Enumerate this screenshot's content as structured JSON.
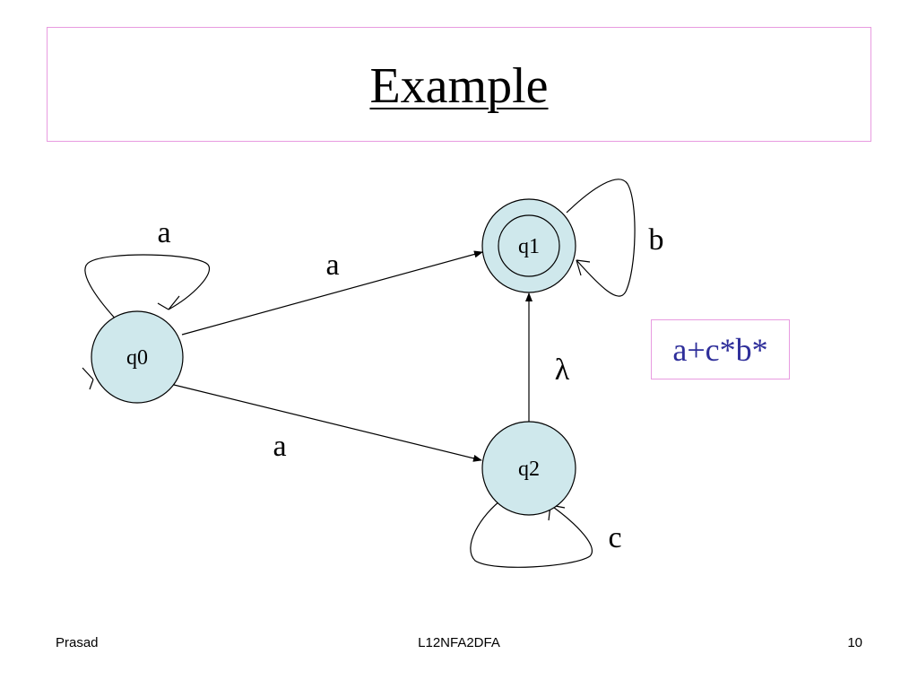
{
  "slide": {
    "title": "Example"
  },
  "diagram": {
    "states": [
      {
        "id": "q0",
        "label": "q0",
        "initial": true,
        "accepting": false
      },
      {
        "id": "q1",
        "label": "q1",
        "initial": false,
        "accepting": true
      },
      {
        "id": "q2",
        "label": "q2",
        "initial": false,
        "accepting": false
      }
    ],
    "transitions": [
      {
        "from": "q0",
        "to": "q0",
        "label": "a"
      },
      {
        "from": "q0",
        "to": "q1",
        "label": "a"
      },
      {
        "from": "q0",
        "to": "q2",
        "label": "a"
      },
      {
        "from": "q1",
        "to": "q1",
        "label": "b"
      },
      {
        "from": "q2",
        "to": "q1",
        "label": "λ"
      },
      {
        "from": "q2",
        "to": "q2",
        "label": "c"
      }
    ],
    "state_fill": "#cfe8ec",
    "regex": "a+c*b*",
    "regex_color": "#2e2e9a",
    "frame_color": "#e89be0"
  },
  "footer": {
    "left": "Prasad",
    "center": "L12NFA2DFA",
    "right": "10"
  }
}
